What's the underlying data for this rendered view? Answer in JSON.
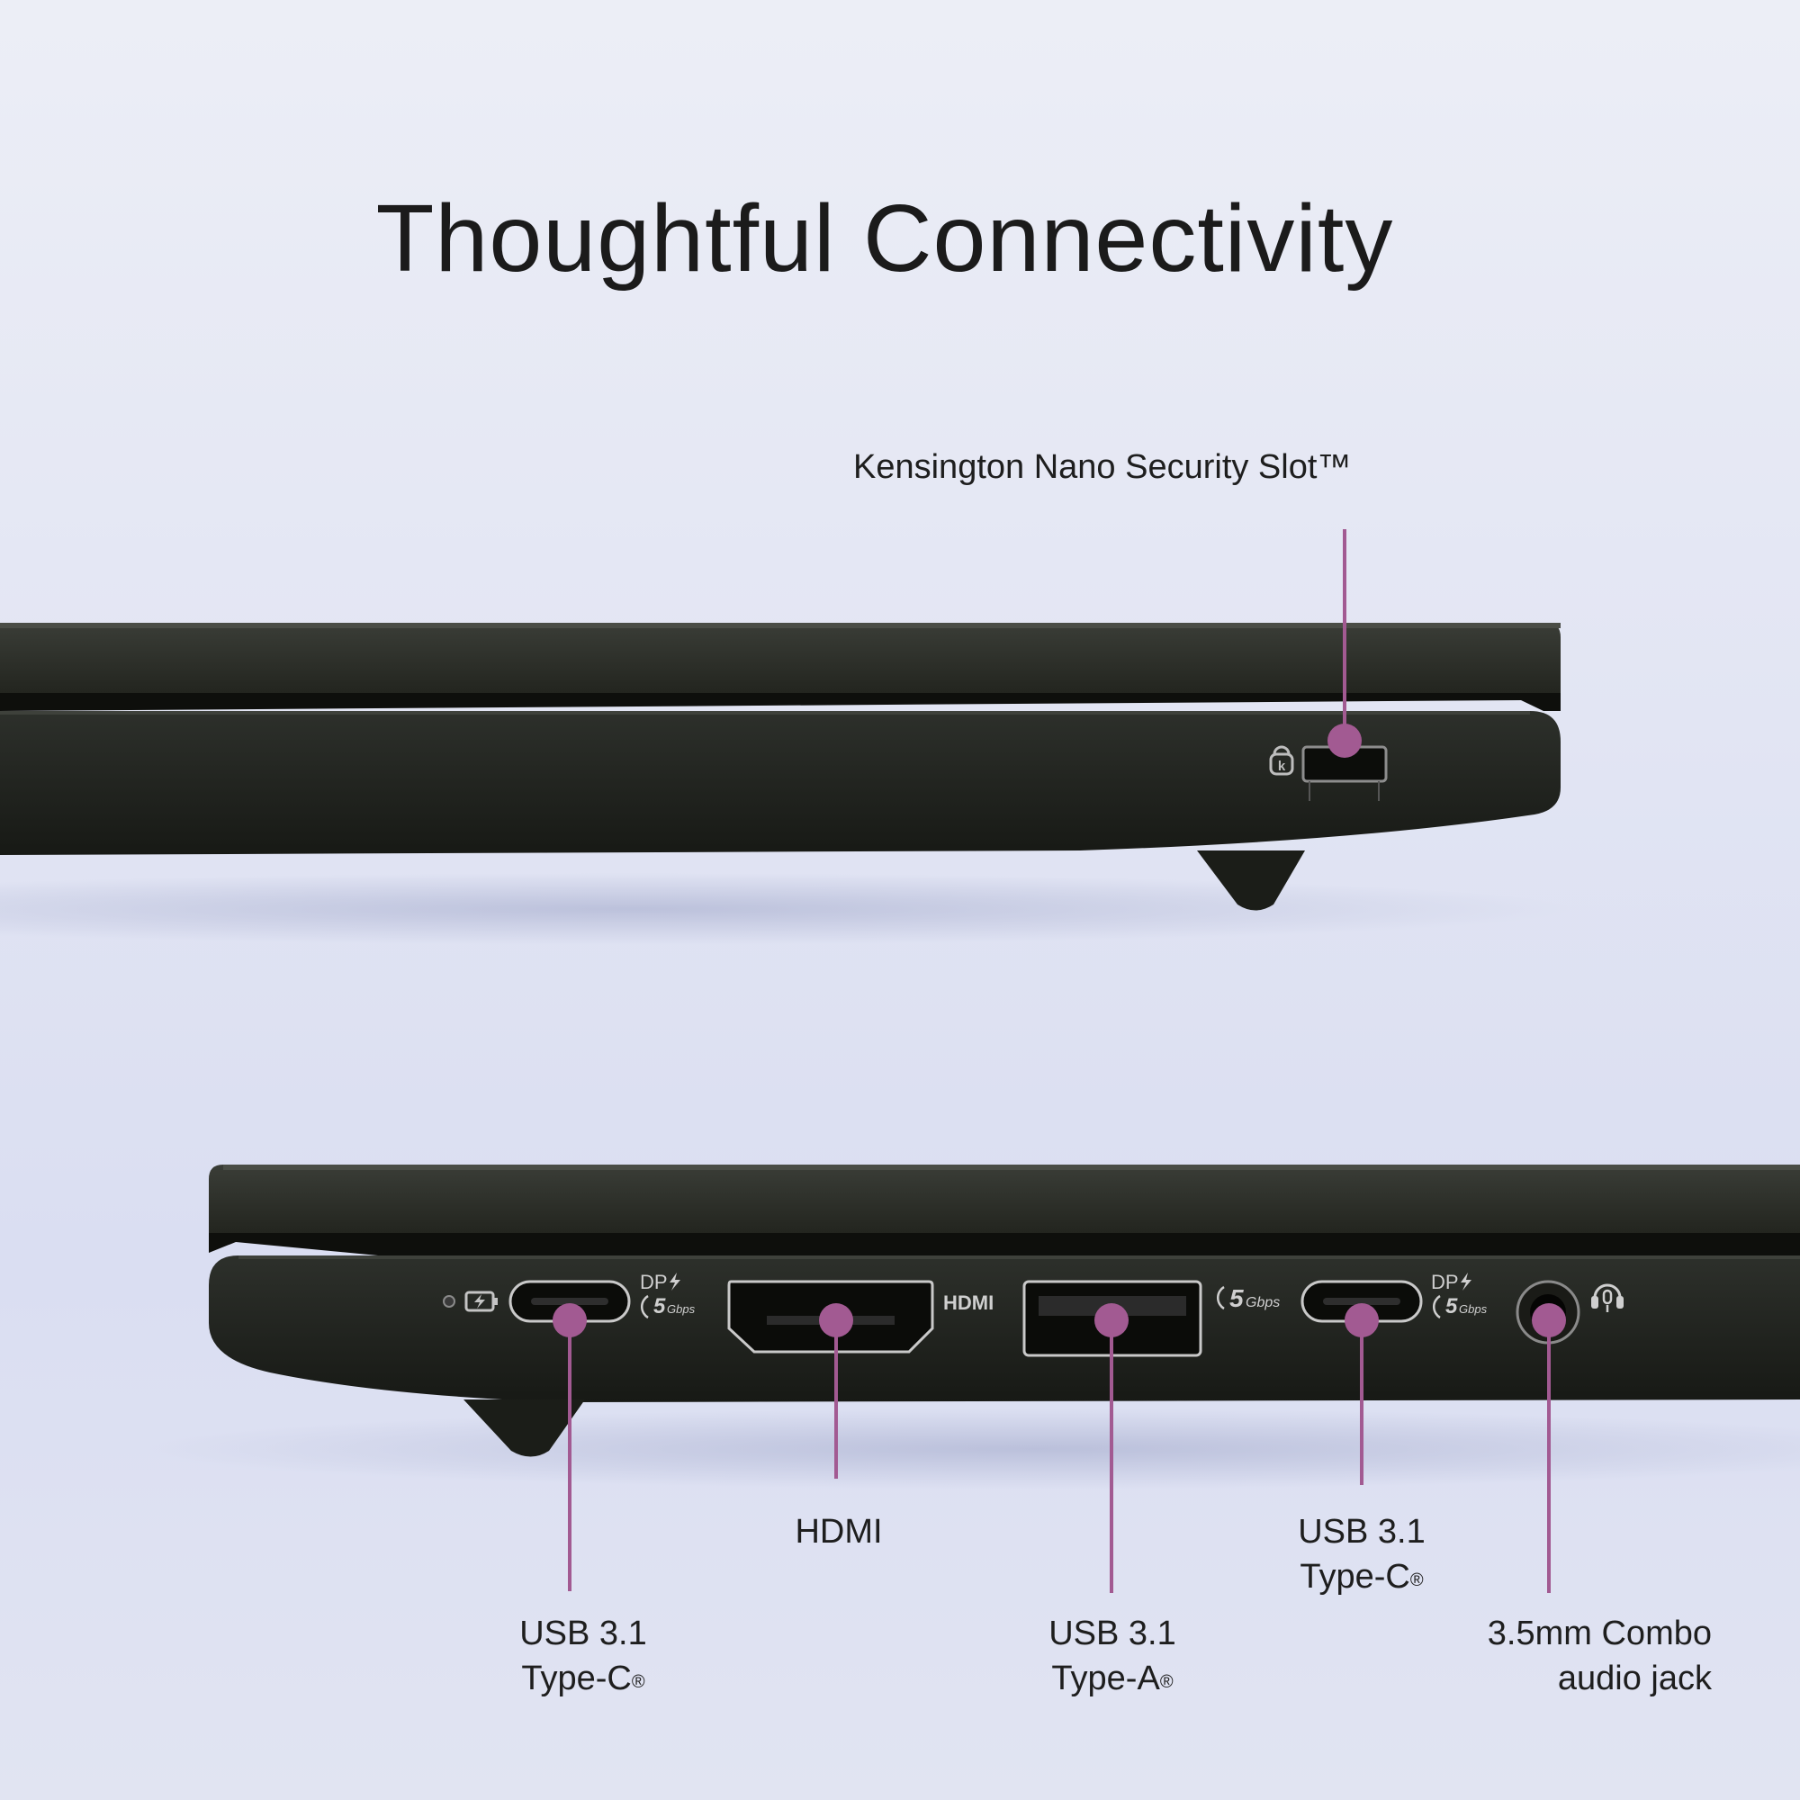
{
  "title": "Thoughtful Connectivity",
  "colors": {
    "callout": "#a25a92",
    "laptop_body": "#1f211d",
    "laptop_edge": "#2f322d",
    "port_outline": "#c9c9c9"
  },
  "labels": {
    "kensington": "Kensington Nano Security Slot™",
    "usb_c_left_line1": "USB 3.1",
    "usb_c_left_line2": "Type-C",
    "hdmi": "HDMI",
    "usb_a_line1": "USB 3.1",
    "usb_a_line2": "Type-A",
    "usb_c_right_line1": "USB 3.1",
    "usb_c_right_line2": "Type-C",
    "audio_line1": "3.5mm Combo",
    "audio_line2": "audio jack",
    "registered": "®"
  },
  "port_markings": {
    "dp": "DP",
    "speed": "5",
    "speed_unit": "Gbps",
    "hdmi": "HDMI"
  },
  "icons": {
    "lock": "kensington-lock-icon",
    "battery": "battery-charge-icon",
    "headset": "headset-mic-icon",
    "bolt": "lightning-icon"
  }
}
